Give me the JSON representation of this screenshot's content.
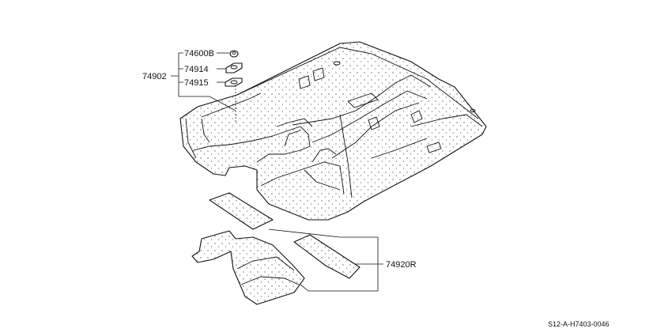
{
  "callouts": {
    "main_assembly": "74902",
    "grommet": "74600B",
    "pad_upper": "74914",
    "pad_lower": "74915",
    "front_pieces": "74920R"
  },
  "figure_code": "S12-A-H7403-0046"
}
